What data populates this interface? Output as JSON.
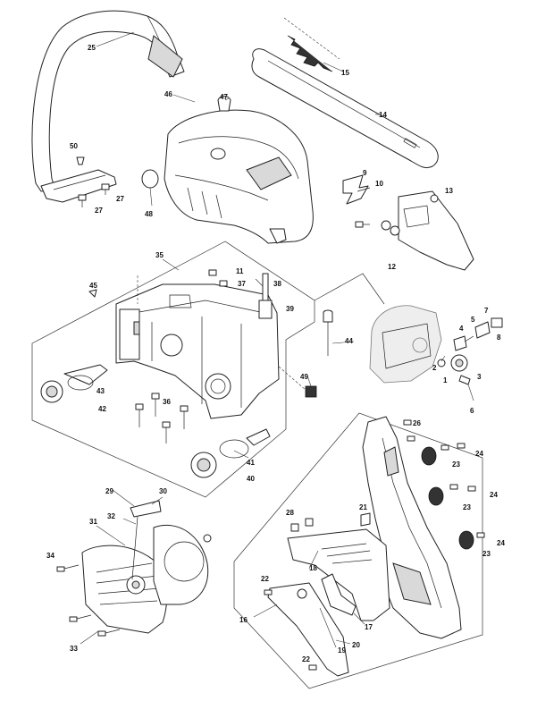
{
  "diagram": {
    "callouts": [
      {
        "id": "c25",
        "text": "25"
      },
      {
        "id": "c15",
        "text": "15"
      },
      {
        "id": "c14",
        "text": "14"
      },
      {
        "id": "c46",
        "text": "46"
      },
      {
        "id": "c47",
        "text": "47"
      },
      {
        "id": "c50",
        "text": "50"
      },
      {
        "id": "c27a",
        "text": "27"
      },
      {
        "id": "c27b",
        "text": "27"
      },
      {
        "id": "c48",
        "text": "48"
      },
      {
        "id": "c9",
        "text": "9"
      },
      {
        "id": "c10",
        "text": "10"
      },
      {
        "id": "c13",
        "text": "13"
      },
      {
        "id": "c11",
        "text": "11"
      },
      {
        "id": "c12",
        "text": "12"
      },
      {
        "id": "c35",
        "text": "35"
      },
      {
        "id": "c37",
        "text": "37"
      },
      {
        "id": "c38",
        "text": "38"
      },
      {
        "id": "c39",
        "text": "39"
      },
      {
        "id": "c45",
        "text": "45"
      },
      {
        "id": "c44",
        "text": "44"
      },
      {
        "id": "c49",
        "text": "49"
      },
      {
        "id": "c43",
        "text": "43"
      },
      {
        "id": "c42",
        "text": "42"
      },
      {
        "id": "c36",
        "text": "36"
      },
      {
        "id": "c41",
        "text": "41"
      },
      {
        "id": "c40",
        "text": "40"
      },
      {
        "id": "c7",
        "text": "7"
      },
      {
        "id": "c5",
        "text": "5"
      },
      {
        "id": "c4",
        "text": "4"
      },
      {
        "id": "c8",
        "text": "8"
      },
      {
        "id": "c2",
        "text": "2"
      },
      {
        "id": "c1",
        "text": "1"
      },
      {
        "id": "c3",
        "text": "3"
      },
      {
        "id": "c6",
        "text": "6"
      },
      {
        "id": "c26",
        "text": "26"
      },
      {
        "id": "c24a",
        "text": "24"
      },
      {
        "id": "c23a",
        "text": "23"
      },
      {
        "id": "c24b",
        "text": "24"
      },
      {
        "id": "c23b",
        "text": "23"
      },
      {
        "id": "c24c",
        "text": "24"
      },
      {
        "id": "c23c",
        "text": "23"
      },
      {
        "id": "c21",
        "text": "21"
      },
      {
        "id": "c29",
        "text": "29"
      },
      {
        "id": "c30",
        "text": "30"
      },
      {
        "id": "c31",
        "text": "31"
      },
      {
        "id": "c32",
        "text": "32"
      },
      {
        "id": "c34",
        "text": "34"
      },
      {
        "id": "c33",
        "text": "33"
      },
      {
        "id": "c28",
        "text": "28"
      },
      {
        "id": "c18",
        "text": "18"
      },
      {
        "id": "c22a",
        "text": "22"
      },
      {
        "id": "c16",
        "text": "16"
      },
      {
        "id": "c19",
        "text": "19"
      },
      {
        "id": "c17",
        "text": "17"
      },
      {
        "id": "c20",
        "text": "20"
      },
      {
        "id": "c22b",
        "text": "22"
      }
    ]
  }
}
